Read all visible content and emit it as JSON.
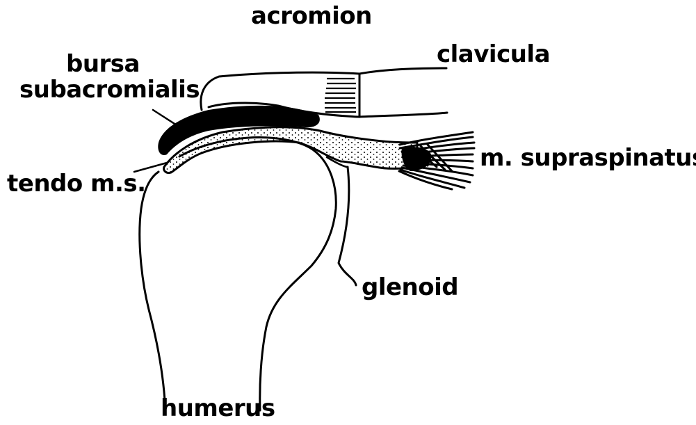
{
  "labels": {
    "acromion": "acromion",
    "clavicula": "clavicula",
    "bursa_line1": "bursa",
    "bursa_line2": "subacromialis",
    "supraspinatus": "m. supraspinatus",
    "tendo": "tendo m.s.",
    "glenoid": "glenoid",
    "humerus": "humerus"
  },
  "colors": {
    "ink": "#000000",
    "paper": "#ffffff"
  }
}
